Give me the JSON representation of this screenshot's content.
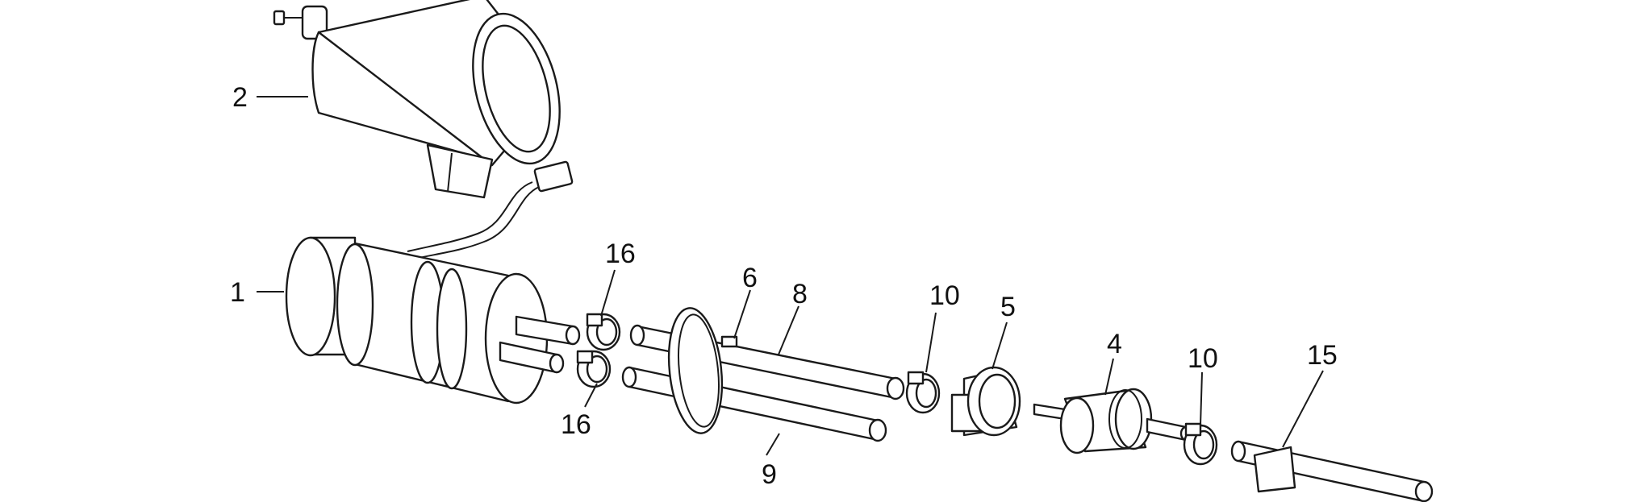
{
  "callouts": {
    "c1": "1",
    "c2": "2",
    "c4": "4",
    "c5": "5",
    "c6": "6",
    "c8": "8",
    "c9": "9",
    "c10a": "10",
    "c10b": "10",
    "c15": "15",
    "c16a": "16",
    "c16b": "16"
  }
}
